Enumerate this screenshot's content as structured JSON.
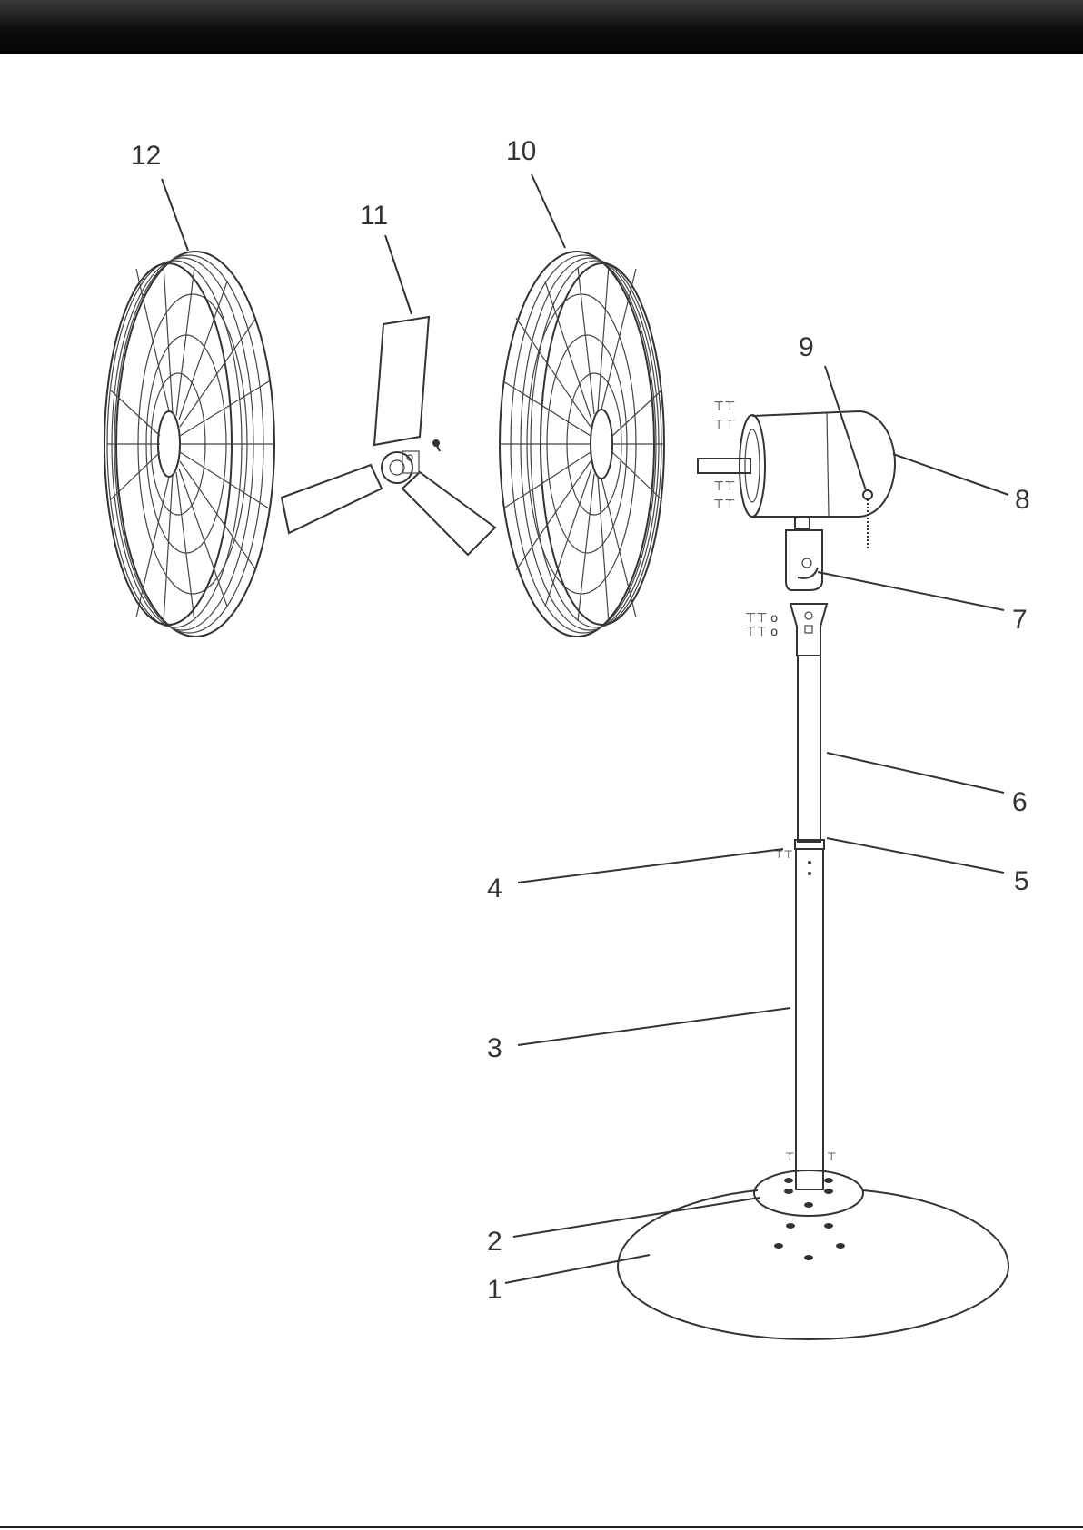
{
  "header": {
    "color": "#111111"
  },
  "parts": {
    "p1": "1",
    "p2": "2",
    "p3": "3",
    "p4": "4",
    "p5": "5",
    "p6": "6",
    "p7": "7",
    "p8": "8",
    "p9": "9",
    "p10": "10",
    "p11": "11",
    "p12": "12"
  }
}
